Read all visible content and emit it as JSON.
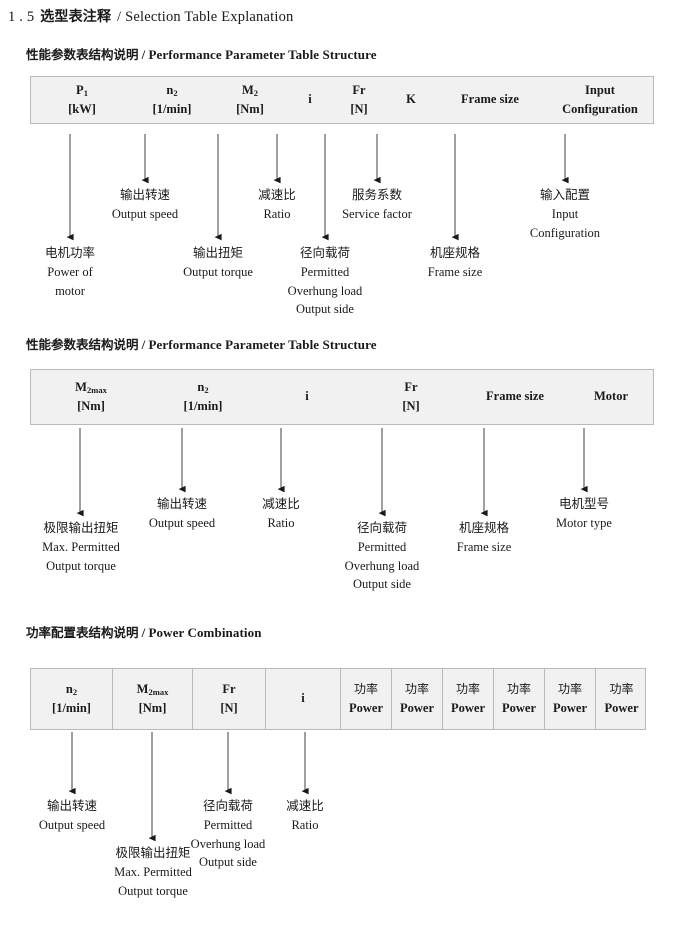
{
  "title": {
    "number": "1 . 5",
    "cn": "选型表注释",
    "sep": "/",
    "en": "Selection Table Explanation"
  },
  "sections": [
    {
      "heading": {
        "cn": "性能参数表结构说明",
        "sep": "/",
        "en": "Performance Parameter Table Structure"
      },
      "columns": [
        {
          "sym": "P",
          "sub": "1",
          "unit": "[kW]"
        },
        {
          "sym": "n",
          "sub": "2",
          "unit": "[1/min]"
        },
        {
          "sym": "M",
          "sub": "2",
          "unit": "[Nm]"
        },
        {
          "sym": "i",
          "sub": "",
          "unit": ""
        },
        {
          "sym": "Fr",
          "sub": "",
          "unit": "[N]"
        },
        {
          "sym": "K",
          "sub": "",
          "unit": ""
        },
        {
          "sym": "Frame size",
          "sub": "",
          "unit": ""
        },
        {
          "sym": "Input",
          "sub": "",
          "unit": "Configuration"
        }
      ],
      "notes": [
        {
          "cn": "电机功率",
          "en": [
            "Power of",
            "motor"
          ]
        },
        {
          "cn": "输出转速",
          "en": [
            "Output speed"
          ]
        },
        {
          "cn": "输出扭矩",
          "en": [
            "Output torque"
          ]
        },
        {
          "cn": "减速比",
          "en": [
            "Ratio"
          ]
        },
        {
          "cn": "径向载荷",
          "en": [
            "Permitted",
            "Overhung load",
            "Output side"
          ]
        },
        {
          "cn": "服务系数",
          "en": [
            "Service factor"
          ]
        },
        {
          "cn": "机座规格",
          "en": [
            "Frame size"
          ]
        },
        {
          "cn": "输入配置",
          "en": [
            "Input",
            "Configuration"
          ]
        }
      ]
    },
    {
      "heading": {
        "cn": "性能参数表结构说明",
        "sep": "/",
        "en": "Performance Parameter Table Structure"
      },
      "columns": [
        {
          "sym": "M",
          "sub": "2max",
          "unit": "[Nm]"
        },
        {
          "sym": "n",
          "sub": "2",
          "unit": "[1/min]"
        },
        {
          "sym": "i",
          "sub": "",
          "unit": ""
        },
        {
          "sym": "Fr",
          "sub": "",
          "unit": "[N]"
        },
        {
          "sym": "Frame size",
          "sub": "",
          "unit": ""
        },
        {
          "sym": "Motor",
          "sub": "",
          "unit": ""
        }
      ],
      "notes": [
        {
          "cn": "极限输出扭矩",
          "en": [
            "Max. Permitted",
            "Output  torque"
          ]
        },
        {
          "cn": "输出转速",
          "en": [
            "Output speed"
          ]
        },
        {
          "cn": "减速比",
          "en": [
            "Ratio"
          ]
        },
        {
          "cn": "径向载荷",
          "en": [
            "Permitted",
            "Overhung load",
            "Output side"
          ]
        },
        {
          "cn": "机座规格",
          "en": [
            "Frame size"
          ]
        },
        {
          "cn": "电机型号",
          "en": [
            "Motor type"
          ]
        }
      ]
    },
    {
      "heading": {
        "cn": "功率配置表结构说明",
        "sep": "/",
        "en": "Power Combination"
      },
      "columns": [
        {
          "sym": "n",
          "sub": "2",
          "unit": "[1/min]"
        },
        {
          "sym": "M",
          "sub": "2max",
          "unit": "[Nm]"
        },
        {
          "sym": "Fr",
          "sub": "",
          "unit": "[N]"
        },
        {
          "sym": "i",
          "sub": "",
          "unit": ""
        },
        {
          "cn": "功率",
          "unit": "Power"
        },
        {
          "cn": "功率",
          "unit": "Power"
        },
        {
          "cn": "功率",
          "unit": "Power"
        },
        {
          "cn": "功率",
          "unit": "Power"
        },
        {
          "cn": "功率",
          "unit": "Power"
        },
        {
          "cn": "功率",
          "unit": "Power"
        }
      ],
      "notes": [
        {
          "cn": "输出转速",
          "en": [
            "Output speed"
          ]
        },
        {
          "cn": "极限输出扭矩",
          "en": [
            "Max. Permitted",
            "Output  torque"
          ]
        },
        {
          "cn": "径向载荷",
          "en": [
            "Permitted",
            "Overhung load",
            "Output side"
          ]
        },
        {
          "cn": "减速比",
          "en": [
            "Ratio"
          ]
        }
      ]
    }
  ]
}
